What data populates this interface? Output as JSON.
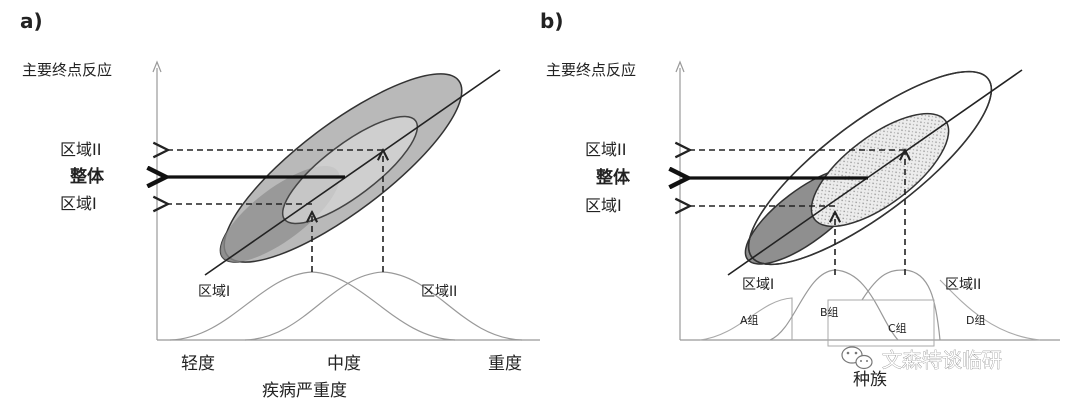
{
  "panel_a": {
    "label": "a)",
    "y_axis_title": "主要终点反应",
    "x_axis_title": "疾病严重度",
    "arrow_labels": {
      "top": "区域II",
      "middle": "整体",
      "bottom": "区域I"
    },
    "curve_labels": {
      "left": "区域I",
      "right": "区域II"
    },
    "x_ticks": [
      "轻度",
      "中度",
      "重度"
    ]
  },
  "panel_b": {
    "label": "b)",
    "y_axis_title": "主要终点反应",
    "x_axis_title": "种族",
    "arrow_labels": {
      "top": "区域II",
      "middle": "整体",
      "bottom": "区域I"
    },
    "curve_labels": {
      "left": "区域I",
      "right": "区域II"
    },
    "groups": [
      "A组",
      "B组",
      "C组",
      "D组"
    ]
  },
  "watermark": {
    "text": "文森特谈临研",
    "icon": "wechat-icon"
  },
  "colors": {
    "dark_ellipse": "#8f8f8f",
    "mid_ellipse": "#b9b9b9",
    "light_ellipse": "#d6d6d6",
    "dotted_fill": "#e9e9e9"
  }
}
